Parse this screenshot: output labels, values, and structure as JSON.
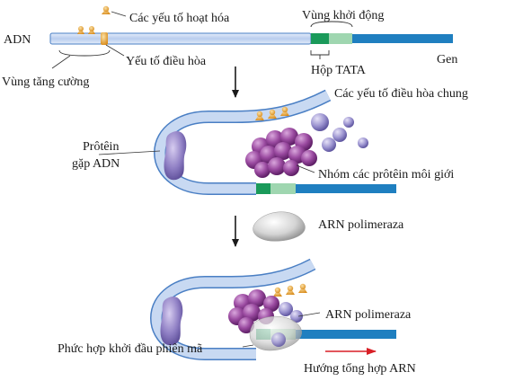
{
  "labels": {
    "adn": "ADN",
    "activators": "Các yếu tố hoạt hóa",
    "promoter_region": "Vùng khởi động",
    "regulator": "Yếu tố điều hòa",
    "tata_box": "Hộp TATA",
    "gene": "Gen",
    "enhancer": "Vùng tăng cường",
    "general_factors": "Các yếu tố  điều hòa chung",
    "dna_bending_protein": [
      "Prôtêin",
      "gặp ADN"
    ],
    "mediator": "Nhóm các prôtêin môi giới",
    "polymerase_free": "ARN polimeraza",
    "polymerase_bound": "ARN polimeraza",
    "initiation_complex": "Phức hợp khởi đầu phiên mã",
    "synthesis_direction": "Hướng tổng hợp ARN"
  },
  "colors": {
    "dna_light": "#c8d9f2",
    "dna_outline": "#4a7fc4",
    "gene_blue": "#1f7fc0",
    "tata_green": "#1a9a5a",
    "promoter_light": "#9fd6b0",
    "factor_orange": "#e9a83a",
    "mediator_purple": "#8b3f91",
    "general_factor": "#8f86c6",
    "bending_protein": "#8c7cc0",
    "polymerase_gray": "#c8c8c8",
    "arrow_red": "#d81f26"
  }
}
